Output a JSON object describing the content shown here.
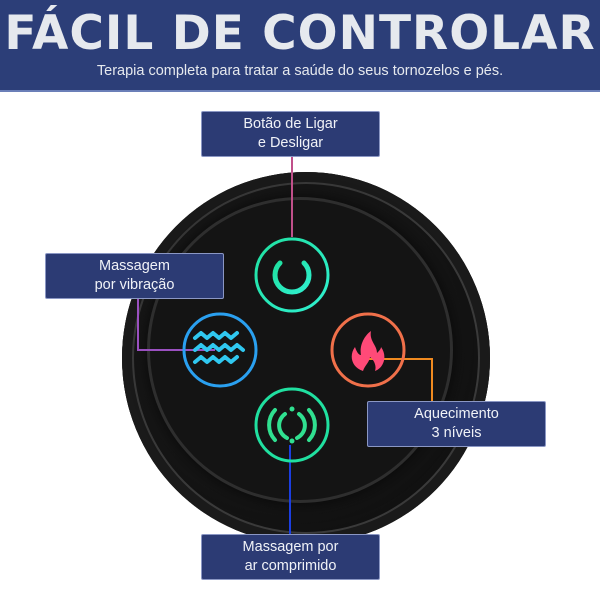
{
  "header": {
    "title": "FÁCIL DE CONTROLAR",
    "subtitle": "Terapia completa para tratar a saúde do seus tornozelos e pés."
  },
  "callouts": {
    "power": {
      "line1": "Botão de Ligar",
      "line2": "e Desligar",
      "icon": "power-icon",
      "color": "#c0508a"
    },
    "vibration": {
      "line1": "Massagem",
      "line2": "por vibração",
      "icon": "waves-icon",
      "color": "#9a50c0"
    },
    "heating": {
      "line1": "Aquecimento",
      "line2": "3 níveis",
      "icon": "flame-icon",
      "color": "#f08a20"
    },
    "air": {
      "line1": "Massagem por",
      "line2": "ar comprimido",
      "icon": "air-pressure-icon",
      "color": "#1b3ee0"
    }
  },
  "colors": {
    "header_bg": "#2c3e78",
    "label_bg": "#2c3b74"
  }
}
